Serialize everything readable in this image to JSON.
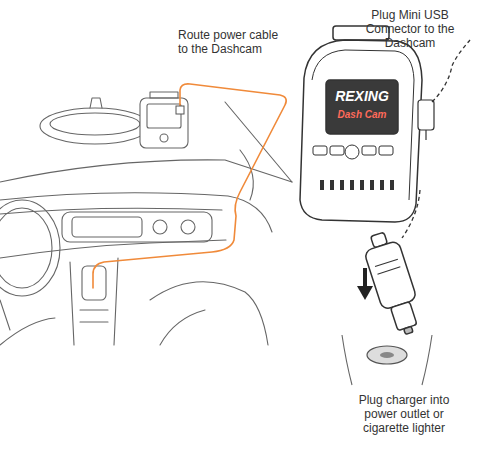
{
  "diagram": {
    "labels": [
      "Route power cable to the Dashcam",
      "Plug Mini USB Connector to the Dashcam",
      "REXING",
      "Dash Cam",
      "Plug charger into power outlet or cigarette lighter"
    ]
  }
}
